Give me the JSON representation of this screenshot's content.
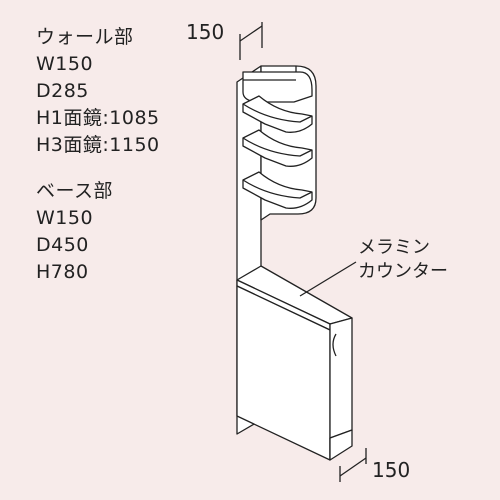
{
  "wall_unit": {
    "heading": "ウォール部",
    "width": "W150",
    "depth": "D285",
    "h1": "H1面鏡:1085",
    "h3": "H3面鏡:1150"
  },
  "base_unit": {
    "heading": "ベース部",
    "width": "W150",
    "depth": "D450",
    "height": "H780"
  },
  "dimension_top": "150",
  "dimension_bottom": "150",
  "counter_label": {
    "line1": "メラミン",
    "line2": "カウンター"
  },
  "colors": {
    "background": "#f7ebea",
    "panel": "#ffffff",
    "line": "#222222"
  }
}
